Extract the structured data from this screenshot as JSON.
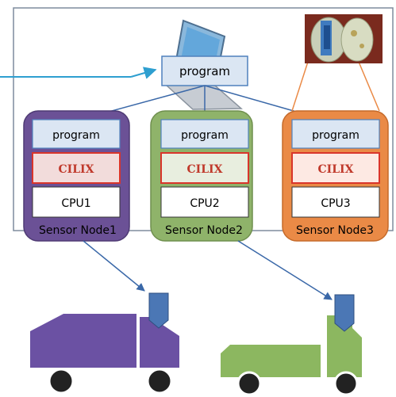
{
  "diagram": {
    "top_program": "program",
    "nodes": [
      {
        "program": "program",
        "middleware": "CILIX",
        "cpu": "CPU1",
        "name": "Sensor Node1"
      },
      {
        "program": "program",
        "middleware": "CILIX",
        "cpu": "CPU2",
        "name": "Sensor Node2"
      },
      {
        "program": "program",
        "middleware": "CILIX",
        "cpu": "CPU3",
        "name": "Sensor Node3"
      }
    ]
  },
  "colors": {
    "node1": "#6b5196",
    "node2": "#8fb36a",
    "node3": "#ea8a46",
    "program_fill": "#dbe6f3",
    "program_stroke": "#4f81bd",
    "cilix_text": "#c0392b",
    "truck_purple": "#6b51a3",
    "truck_green": "#8cb760",
    "sensor_blue": "#4b77b5"
  },
  "icons": [
    "laptop-icon",
    "sensor-board-photo",
    "purple-truck-icon",
    "green-truck-icon"
  ]
}
